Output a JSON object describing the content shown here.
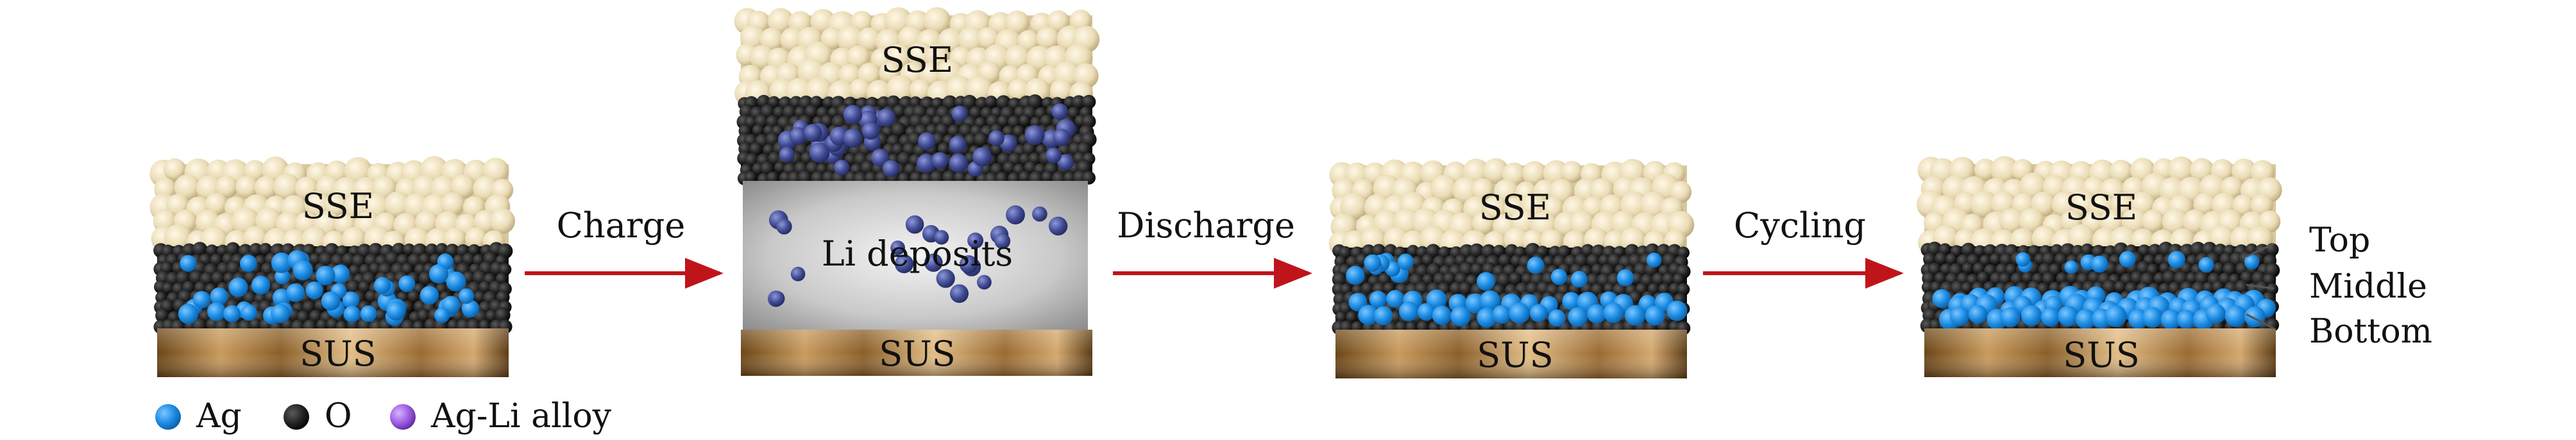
{
  "colors": {
    "sse": "#efe2c0",
    "sse_shadow": "#c9b98f",
    "oxide": "#1c1c1c",
    "ag": "#1e8fe6",
    "ag_dark": "#0b5fa8",
    "li": "#3f4a93",
    "alloy": "#9b5ae0",
    "sus_light": "#d9b27a",
    "sus_dark": "#5a3a12",
    "arrow": "#c0141b",
    "text": "#111111"
  },
  "panels": [
    {
      "sse": "SSE",
      "sus": "SUS"
    },
    {
      "sse": "SSE",
      "middle": "Li deposits",
      "sus": "SUS"
    },
    {
      "sse": "SSE",
      "sus": "SUS"
    },
    {
      "sse": "SSE",
      "sus": "SUS"
    }
  ],
  "arrows": [
    {
      "label": "Charge"
    },
    {
      "label": "Discharge"
    },
    {
      "label": "Cycling"
    }
  ],
  "callouts": [
    "Top",
    "Middle",
    "Bottom"
  ],
  "legend": [
    {
      "label": "Ag",
      "icon": "ag-particle-icon",
      "color": "#1e8fe6"
    },
    {
      "label": "O",
      "icon": "oxide-particle-icon",
      "color": "#1c1c1c"
    },
    {
      "label": "Ag-Li alloy",
      "icon": "alloy-particle-icon",
      "color": "#9b5ae0"
    }
  ]
}
